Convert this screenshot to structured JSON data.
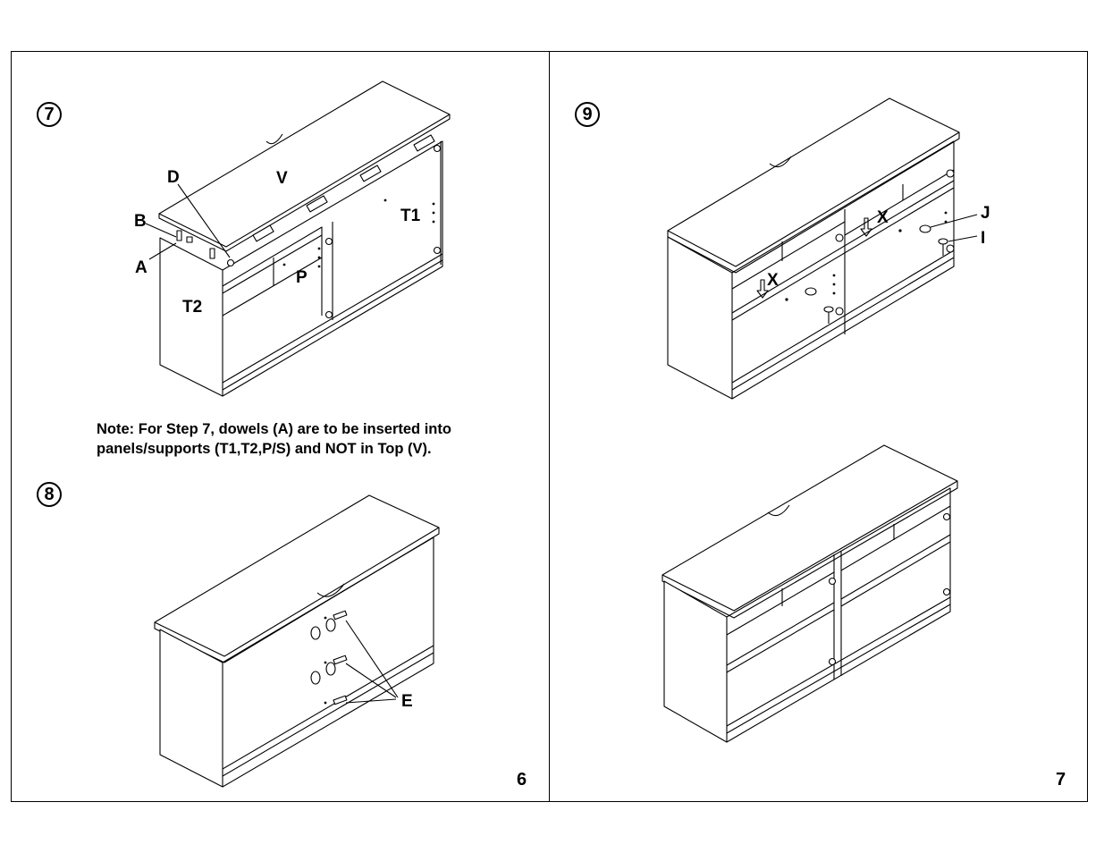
{
  "page_left": {
    "number": "6",
    "step7": {
      "number": "7",
      "labels": {
        "d": "D",
        "v": "V",
        "b": "B",
        "a": "A",
        "t1": "T1",
        "p": "P",
        "t2": "T2"
      },
      "note": "Note: For Step 7, dowels (A) are to be inserted into panels/supports (T1,T2,P/S) and NOT in Top (V)."
    },
    "step8": {
      "number": "8",
      "labels": {
        "e": "E"
      }
    }
  },
  "page_right": {
    "number": "7",
    "step9": {
      "number": "9",
      "labels": {
        "x1": "X",
        "x2": "X",
        "j": "J",
        "i": "I"
      }
    }
  },
  "icons": [
    "cam-lock-icon",
    "dowel-icon",
    "screw-icon",
    "arrow-down-icon",
    "hole-icon"
  ]
}
